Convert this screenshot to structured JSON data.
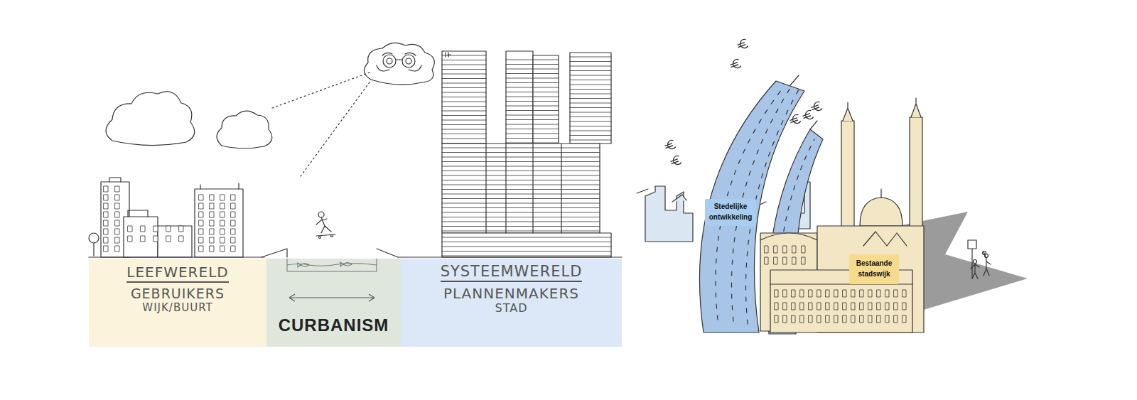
{
  "diagram": {
    "nodes": [
      {
        "text": [
          "LEEFWERELD",
          "GEBRUIKERS",
          "WIJK/BUURT"
        ]
      },
      {
        "text": [
          "CURBANISM"
        ]
      },
      {
        "text": [
          "SYSTEEMWERELD",
          "PLANNENMAKERS",
          "STAD"
        ]
      },
      {
        "text": [
          "Stedelijke ontwikkeling"
        ]
      },
      {
        "text": [
          "Bestaande stadswijk"
        ]
      }
    ]
  }
}
